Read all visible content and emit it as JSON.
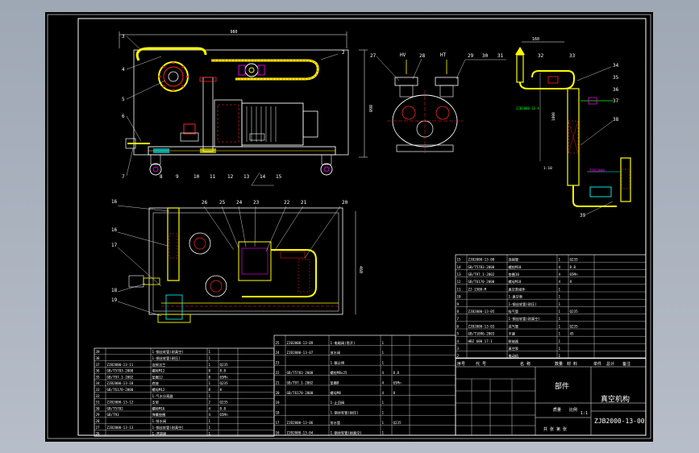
{
  "drawing": {
    "dimensions": {
      "overall_width": "980",
      "side_height": "860",
      "plan_height": "460",
      "pipe_len": "1000",
      "pipe_seg": "160",
      "pipe_drop": "1800"
    },
    "balloons_front": [
      "2",
      "3",
      "4",
      "5",
      "6",
      "7",
      "8",
      "9",
      "10",
      "11",
      "12",
      "13",
      "14",
      "15"
    ],
    "balloons_side": [
      "27",
      "28",
      "29",
      "30",
      "31"
    ],
    "balloons_pipe": [
      "32",
      "33",
      "34",
      "35",
      "36",
      "37",
      "38",
      "39"
    ],
    "balloons_plan": [
      "16",
      "17",
      "18",
      "19",
      "20",
      "21",
      "22",
      "23",
      "24",
      "25",
      "26"
    ],
    "side_labels": {
      "left": "HV",
      "right": "HT"
    },
    "notes": {
      "pipe_note": "ZJB2000-13-A",
      "top_note": "1:10",
      "pipe_tag": "ZJB2000"
    }
  },
  "title_block": {
    "drawing_no": "ZJB2000-13-00",
    "part_name": "真空机构",
    "type_label": "部件",
    "header": [
      "序号",
      "代 号",
      "名 称",
      "数量",
      "材 料",
      "单件",
      "总计",
      "备注"
    ],
    "mass_label": "质量",
    "scale_label": "比例",
    "scale": "1:1",
    "sheet_label": "共 张 第 张"
  },
  "parts_right": [
    {
      "no": "15",
      "code": "ZJB2000-13-08",
      "name": "连接管",
      "qty": "1",
      "mat": "Q235"
    },
    {
      "no": "14",
      "code": "GB/T5783-2000",
      "name": "螺栓M10",
      "qty": "4",
      "mat": "8.8"
    },
    {
      "no": "13",
      "code": "GB/T97.1-2002",
      "name": "垫圈10",
      "qty": "4",
      "mat": "65Mn"
    },
    {
      "no": "12",
      "code": "GB/T6170-2000",
      "name": "螺母M10",
      "qty": "4",
      "mat": "8"
    },
    {
      "no": "11",
      "code": "ZJ-1500-M",
      "name": "真空泵组件",
      "qty": "1",
      "mat": ""
    },
    {
      "no": "10",
      "code": "",
      "name": "1-真空表",
      "qty": "1",
      "mat": ""
    },
    {
      "no": "9",
      "code": "",
      "name": "1-钢丝软管(耐压)",
      "qty": "1",
      "mat": ""
    },
    {
      "no": "8",
      "code": "ZJB2000-13-05",
      "name": "吸气管",
      "qty": "1",
      "mat": "Q235"
    },
    {
      "no": "7",
      "code": "",
      "name": "1-钢丝软管(耐真空)",
      "qty": "1",
      "mat": ""
    },
    {
      "no": "6",
      "code": "ZJB2000-13-03",
      "name": "进气管",
      "qty": "1",
      "mat": "Q235"
    },
    {
      "no": "5",
      "code": "GB/T1096-2003",
      "name": "平键",
      "qty": "1",
      "mat": "45"
    },
    {
      "no": "4",
      "code": "HBZ 600 17-1",
      "name": "联轴器",
      "qty": "1",
      "mat": ""
    },
    {
      "no": "3",
      "code": "",
      "name": "真空泵",
      "qty": "1",
      "mat": ""
    },
    {
      "no": "2",
      "code": "",
      "name": "电动机",
      "qty": "1",
      "mat": ""
    }
  ],
  "parts_mid": [
    {
      "no": "25",
      "code": "ZJB2000-13-09",
      "name": "1-电磁阀(常开)",
      "qty": "1",
      "mat": ""
    },
    {
      "no": "24",
      "code": "ZJB2000-13-07",
      "name": "放水阀",
      "qty": "1",
      "mat": ""
    },
    {
      "no": "23",
      "code": "",
      "name": "1-截止阀",
      "qty": "1",
      "mat": ""
    },
    {
      "no": "22",
      "code": "GB/T5783-2000",
      "name": "螺栓M8x25",
      "qty": "4",
      "mat": "8.8"
    },
    {
      "no": "21",
      "code": "GB/T97.1-2002",
      "name": "垫圈8",
      "qty": "4",
      "mat": "65Mn"
    },
    {
      "no": "20",
      "code": "GB/T6170-2000",
      "name": "螺母M8",
      "qty": "4",
      "mat": "8"
    },
    {
      "no": "19",
      "code": "",
      "name": "1-止回阀",
      "qty": "1",
      "mat": ""
    },
    {
      "no": "18",
      "code": "",
      "name": "1-钢丝软管(耐压)",
      "qty": "1",
      "mat": ""
    },
    {
      "no": "17",
      "code": "ZJB2000-13-06",
      "name": "排水管",
      "qty": "1",
      "mat": "Q235"
    },
    {
      "no": "16",
      "code": "ZJB2000-13-04",
      "name": "1-钢丝软管(耐真空)",
      "qty": "1",
      "mat": ""
    }
  ],
  "parts_left": [
    {
      "no": "39",
      "code": "",
      "name": "1-钢丝软管(耐真空)",
      "qty": "1",
      "mat": ""
    },
    {
      "no": "38",
      "code": "",
      "name": "1-钢丝软管(耐压)",
      "qty": "1",
      "mat": ""
    },
    {
      "no": "37",
      "code": "ZJB2000-13-11",
      "name": "连接法兰",
      "qty": "1",
      "mat": "Q235"
    },
    {
      "no": "36",
      "code": "GB/T5783-2000",
      "name": "螺栓M12",
      "qty": "8",
      "mat": "8.8"
    },
    {
      "no": "35",
      "code": "GB/T97.1-2002",
      "name": "垫圈12",
      "qty": "8",
      "mat": "65Mn"
    },
    {
      "no": "34",
      "code": "ZJB2000-13-10",
      "name": "底座",
      "qty": "1",
      "mat": "Q235"
    },
    {
      "no": "33",
      "code": "GB/T6170-2000",
      "name": "螺母M12",
      "qty": "8",
      "mat": "8"
    },
    {
      "no": "32",
      "code": "",
      "name": "1-气水分离器",
      "qty": "1",
      "mat": ""
    },
    {
      "no": "31",
      "code": "ZJB2000-13-12",
      "name": "支架",
      "qty": "2",
      "mat": "Q235"
    },
    {
      "no": "30",
      "code": "GB/T5782",
      "name": "螺栓M16",
      "qty": "4",
      "mat": "8.8"
    },
    {
      "no": "29",
      "code": "GB/T93",
      "name": "弹簧垫圈",
      "qty": "4",
      "mat": "65Mn"
    },
    {
      "no": "28",
      "code": "",
      "name": "1-排水阀",
      "qty": "1",
      "mat": ""
    },
    {
      "no": "27",
      "code": "ZJB2000-13-13",
      "name": "1-钢丝软管(耐真空)",
      "qty": "1",
      "mat": ""
    },
    {
      "no": "26",
      "code": "",
      "name": "1-浮球阀",
      "qty": "1",
      "mat": ""
    }
  ],
  "colors": {
    "background": "#000000",
    "line": "#ffffff",
    "accent_yellow": "#ffff00",
    "accent_red": "#ff2020",
    "accent_magenta": "#ff00ff",
    "accent_cyan": "#00ffff",
    "accent_green": "#00ff00",
    "frame_outer": "#9ea7b4"
  }
}
